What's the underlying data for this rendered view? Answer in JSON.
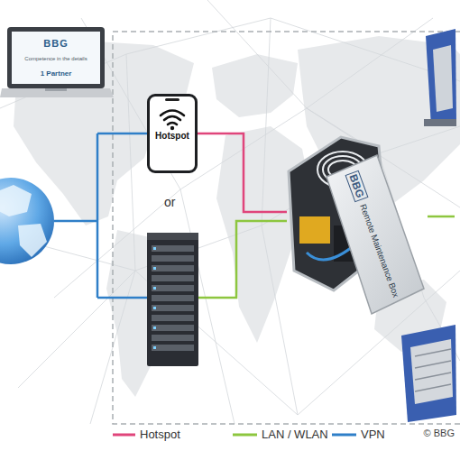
{
  "diagram": {
    "nodes": [
      {
        "text": [
          "BBG",
          "Competence in the details",
          "1 Partner"
        ]
      },
      {
        "text": [
          "Hotspot"
        ]
      },
      {
        "text": [
          "BBG",
          "Remote Maintenance Box"
        ]
      }
    ],
    "edges": [
      {
        "from": 1,
        "to": 2,
        "arrow": "none"
      }
    ],
    "labels": [
      "or",
      "© BBG"
    ],
    "legend": [
      {
        "text": "Hotspot"
      },
      {
        "text": "LAN / WLAN"
      },
      {
        "text": "VPN"
      }
    ]
  }
}
